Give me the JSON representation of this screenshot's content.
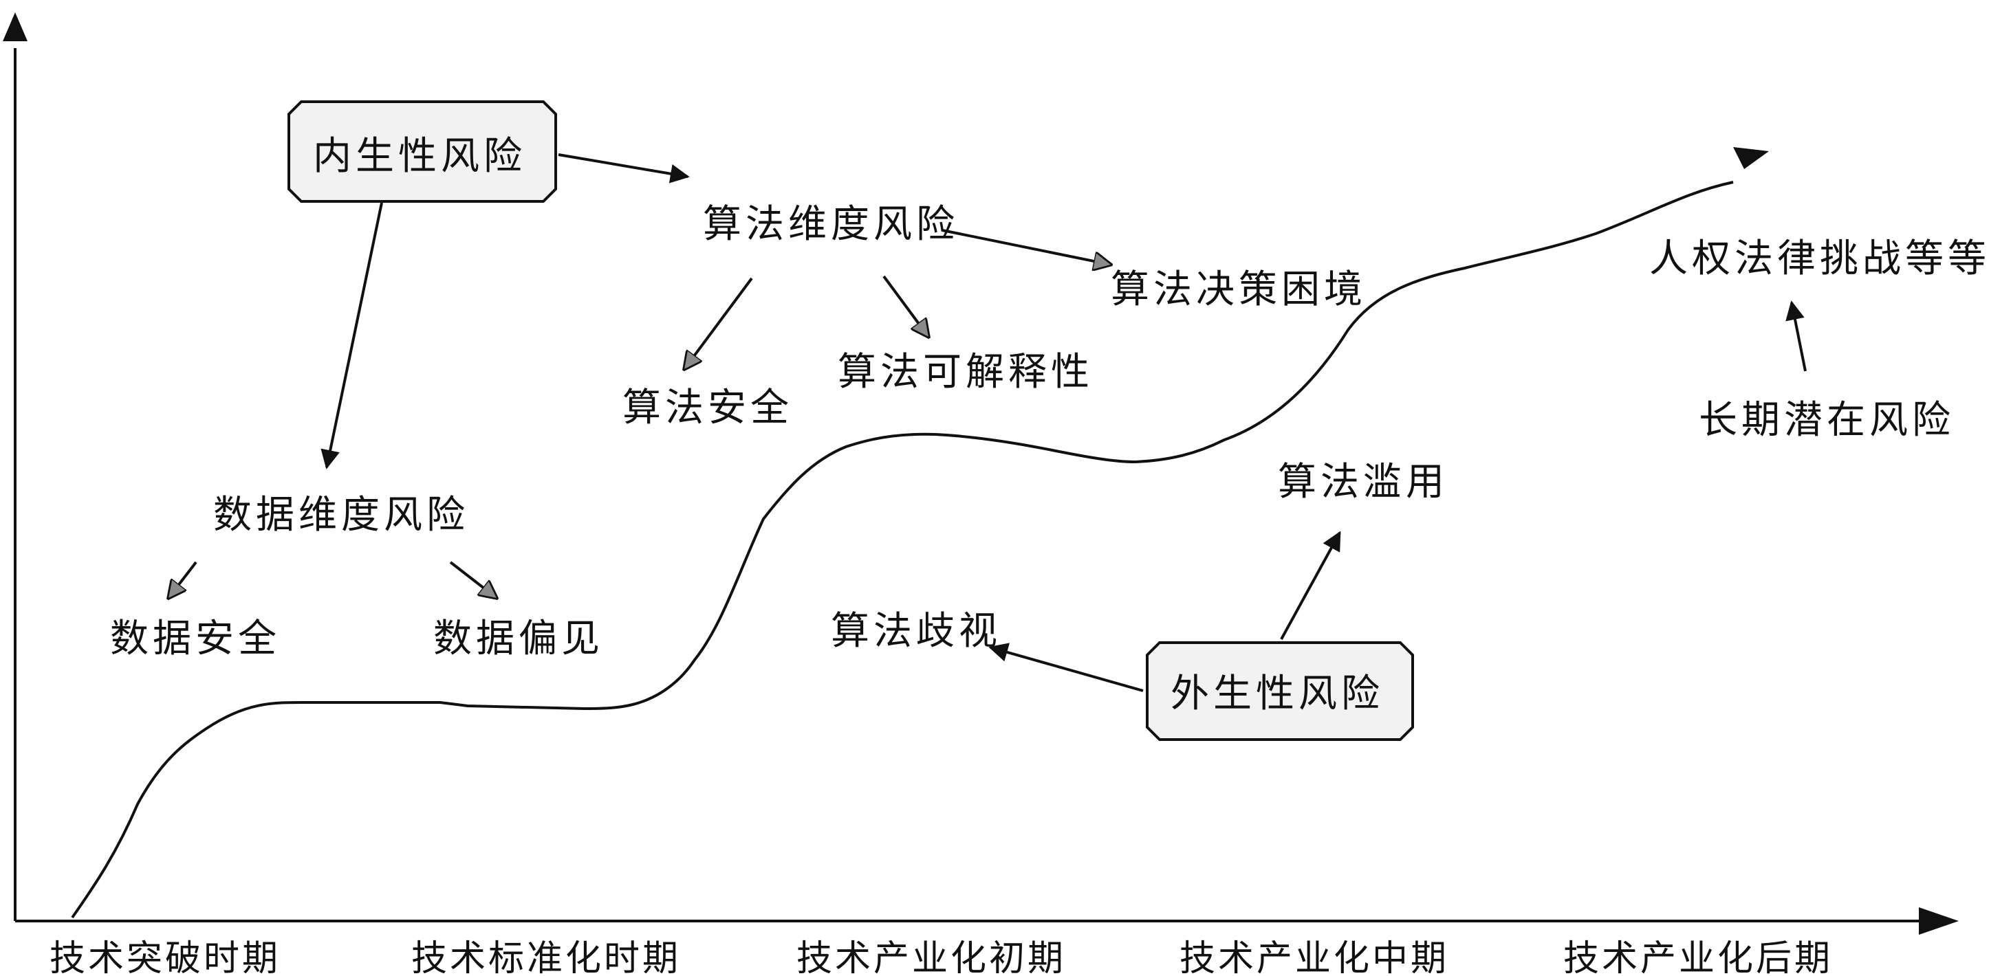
{
  "axis": {
    "stages": [
      "技术突破时期",
      "技术标准化时期",
      "技术产业化初期",
      "技术产业化中期",
      "技术产业化后期"
    ]
  },
  "nodes": {
    "internal_risk": "内生性风险",
    "external_risk": "外生性风险",
    "algorithm_dimension_risk": "算法维度风险",
    "algorithm_decision_dilemma": "算法决策困境",
    "algorithm_security": "算法安全",
    "algorithm_explainability": "算法可解释性",
    "data_dimension_risk": "数据维度风险",
    "data_security": "数据安全",
    "data_bias": "数据偏见",
    "algorithm_discrimination": "算法歧视",
    "algorithm_abuse": "算法滥用",
    "long_term_latent_risk": "长期潜在风险",
    "human_rights_legal_challenges": "人权法律挑战等等"
  },
  "colors": {
    "ink": "#111111",
    "box_fill": "#f2f2f2",
    "grey_arrow": "#8a8a8a"
  }
}
